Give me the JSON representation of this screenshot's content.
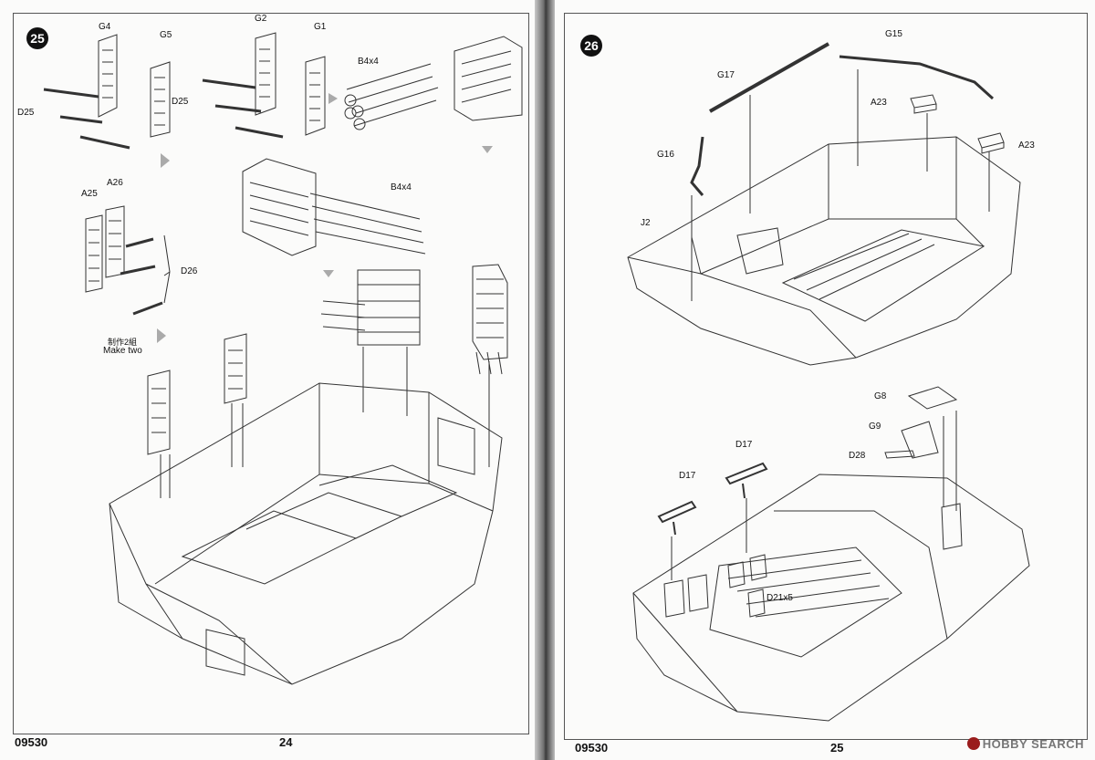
{
  "left_page": {
    "step_number": "25",
    "part_labels": {
      "g4": "G4",
      "g5": "G5",
      "g2": "G2",
      "g1": "G1",
      "d25_a": "D25",
      "d25_b": "D25",
      "b4x4_a": "B4x4",
      "b4x4_b": "B4x4",
      "a25": "A25",
      "a26": "A26",
      "d26": "D26"
    },
    "note_cn": "制作2組",
    "note_en": "Make two",
    "catalog_code": "09530",
    "page_number": "24"
  },
  "right_page": {
    "step_number": "26",
    "part_labels": {
      "g15": "G15",
      "g17": "G17",
      "g16": "G16",
      "j2": "J2",
      "a23_a": "A23",
      "a23_b": "A23",
      "g8": "G8",
      "g9": "G9",
      "d28": "D28",
      "d17_a": "D17",
      "d17_b": "D17",
      "d21x5": "D21x5"
    },
    "catalog_code": "09530",
    "page_number": "25",
    "watermark": "HOBBY SEARCH"
  }
}
